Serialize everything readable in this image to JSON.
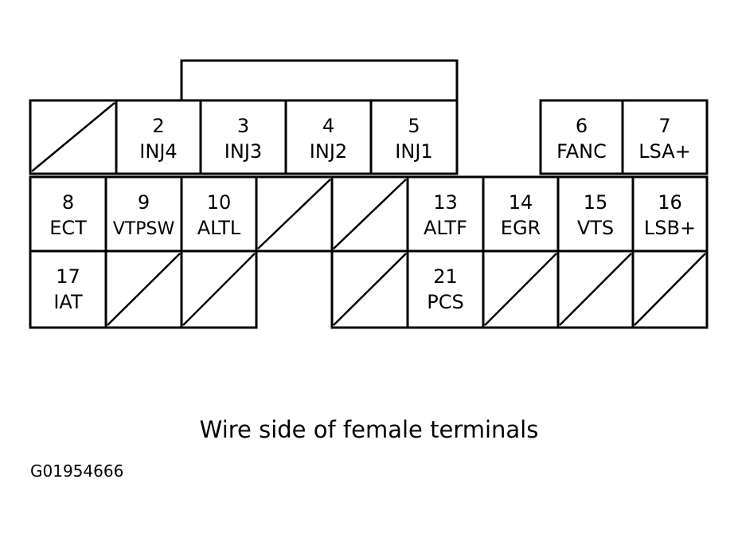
{
  "connector": {
    "row1": [
      {
        "num": "",
        "label": "",
        "blank": true
      },
      {
        "num": "2",
        "label": "INJ4"
      },
      {
        "num": "3",
        "label": "INJ3"
      },
      {
        "num": "4",
        "label": "INJ2"
      },
      {
        "num": "5",
        "label": "INJ1"
      },
      {
        "num": "6",
        "label": "FANC"
      },
      {
        "num": "7",
        "label": "LSA+"
      }
    ],
    "row2": [
      {
        "num": "8",
        "label": "ECT"
      },
      {
        "num": "9",
        "label": "VTPSW"
      },
      {
        "num": "10",
        "label": "ALTL"
      },
      {
        "num": "",
        "label": "",
        "blank": true
      },
      {
        "num": "",
        "label": "",
        "blank": true
      },
      {
        "num": "13",
        "label": "ALTF"
      },
      {
        "num": "14",
        "label": "EGR"
      },
      {
        "num": "15",
        "label": "VTS"
      },
      {
        "num": "16",
        "label": "LSB+"
      }
    ],
    "row3": [
      {
        "num": "17",
        "label": "IAT"
      },
      {
        "num": "",
        "label": "",
        "blank": true
      },
      {
        "num": "",
        "label": "",
        "blank": true
      },
      {
        "num": "",
        "label": "",
        "blank": true
      },
      {
        "num": "21",
        "label": "PCS"
      },
      {
        "num": "",
        "label": "",
        "blank": true
      },
      {
        "num": "",
        "label": "",
        "blank": true
      },
      {
        "num": "",
        "label": "",
        "blank": true
      }
    ]
  },
  "caption": "Wire side of female terminals",
  "figure_id": "G01954666"
}
